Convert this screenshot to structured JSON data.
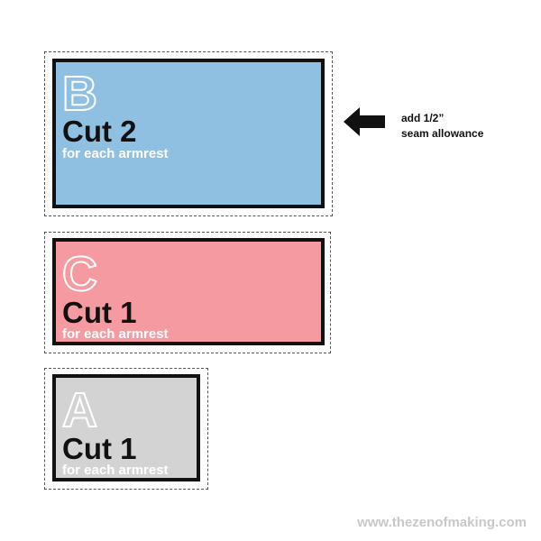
{
  "colors": {
    "piece_b": "#8fbfe1",
    "piece_c": "#f59aa0",
    "piece_a": "#d3d3d3",
    "border": "#111111",
    "seam_line": "#555555",
    "watermark": "#c8c8c8"
  },
  "pieces": [
    {
      "letter": "B",
      "cut": "Cut 2",
      "note": "for each armrest"
    },
    {
      "letter": "C",
      "cut": "Cut 1",
      "note": "for each armrest"
    },
    {
      "letter": "A",
      "cut": "Cut 1",
      "note": "for each armrest"
    }
  ],
  "annotation": {
    "line1": "add 1/2”",
    "line2": "seam allowance",
    "icon": "arrow-left-icon"
  },
  "watermark": "www.thezenofmaking.com"
}
